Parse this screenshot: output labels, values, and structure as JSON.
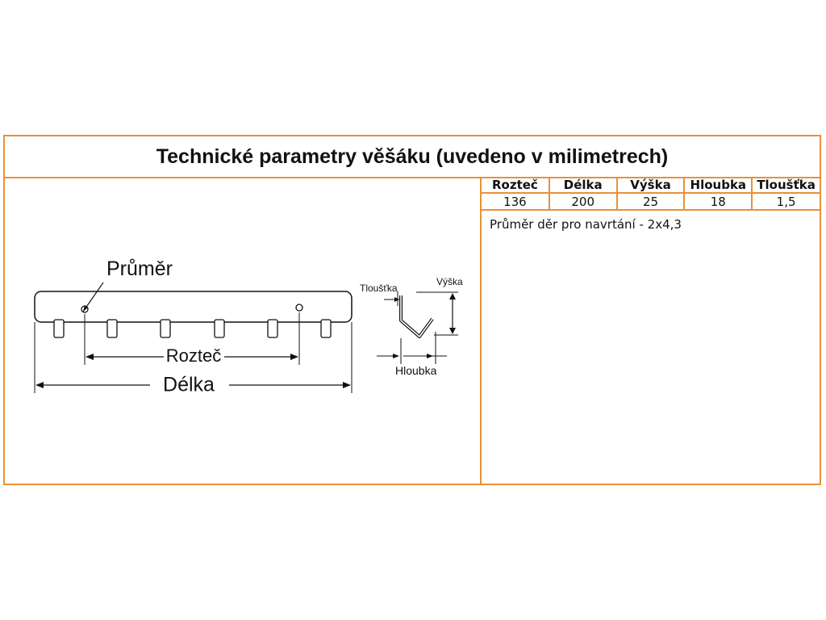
{
  "title": "Technické parametry věšáku (uvedeno v milimetrech)",
  "table": {
    "headers": [
      "Rozteč",
      "Délka",
      "Výška",
      "Hloubka",
      "Tloušťka"
    ],
    "values": [
      "136",
      "200",
      "25",
      "18",
      "1,5"
    ]
  },
  "note": "Průměr děr pro navrtání - 2x4,3",
  "diagram": {
    "front": {
      "diameter_label": "Průměr",
      "pitch_label": "Rozteč",
      "length_label": "Délka"
    },
    "side": {
      "thickness_label": "Tloušťka",
      "height_label": "Výška",
      "depth_label": "Hloubka"
    }
  },
  "colors": {
    "border": "#e8913a",
    "line": "#111111"
  }
}
